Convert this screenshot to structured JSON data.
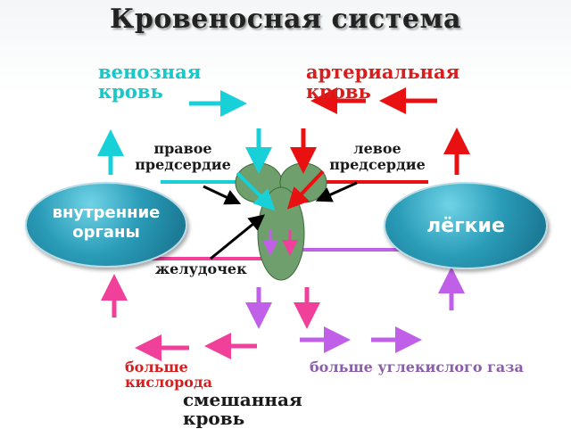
{
  "title": "Кровеносная система",
  "labels": {
    "venous_blood": "венозная кровь",
    "arterial_blood": "артериальная кровь",
    "right_atrium": "правое предсердие",
    "left_atrium": "левое предсердие",
    "internal_organs": "внутренние органы",
    "lungs": "лёгкие",
    "stomach": "желудочек",
    "more_oxygen": "больше кислорода",
    "more_co2": "больше углекислого газа",
    "mixed_blood": "смешанная кровь"
  },
  "colors": {
    "venous": "#18c7c7",
    "arterial": "#e01010",
    "mixed_pink": "#f0409a",
    "mixed_violet": "#c060e8",
    "heart": "#6e9f6c",
    "organ_blue": "#2a9cb8"
  }
}
